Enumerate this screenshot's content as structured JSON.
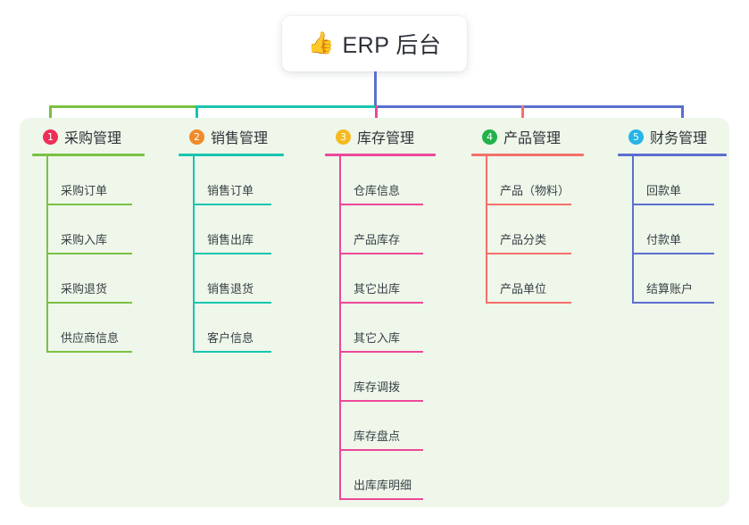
{
  "root": {
    "icon": "thumbs-up-icon",
    "icon_glyph": "👍",
    "title": "ERP 后台"
  },
  "palette": {
    "panel_bg": "#eef7e9",
    "page_bg": "#ffffff",
    "text": "#2f333a",
    "green": "#7ac143",
    "teal": "#18c5b0",
    "pink": "#ec4899",
    "red": "#f4706b",
    "blue": "#5b6fd0",
    "badge_1": "#ed2f57",
    "badge_2": "#f08a2b",
    "badge_3": "#f5b921",
    "badge_4": "#21b34a",
    "badge_5": "#25b4e8"
  },
  "columns": [
    {
      "number": "1",
      "title": "采购管理",
      "badge_color": "#ed2f57",
      "line_color": "#7ac143",
      "items": [
        "采购订单",
        "采购入库",
        "采购退货",
        "供应商信息"
      ]
    },
    {
      "number": "2",
      "title": "销售管理",
      "badge_color": "#f08a2b",
      "line_color": "#18c5b0",
      "items": [
        "销售订单",
        "销售出库",
        "销售退货",
        "客户信息"
      ]
    },
    {
      "number": "3",
      "title": "库存管理",
      "badge_color": "#f5b921",
      "line_color": "#ec4899",
      "items": [
        "仓库信息",
        "产品库存",
        "其它出库",
        "其它入库",
        "库存调拨",
        "库存盘点",
        "出库库明细"
      ]
    },
    {
      "number": "4",
      "title": "产品管理",
      "badge_color": "#21b34a",
      "line_color": "#f4706b",
      "items": [
        "产品（物料）",
        "产品分类",
        "产品单位"
      ]
    },
    {
      "number": "5",
      "title": "财务管理",
      "badge_color": "#25b4e8",
      "line_color": "#5b6fd0",
      "items": [
        "回款单",
        "付款单",
        "结算账户"
      ]
    }
  ]
}
